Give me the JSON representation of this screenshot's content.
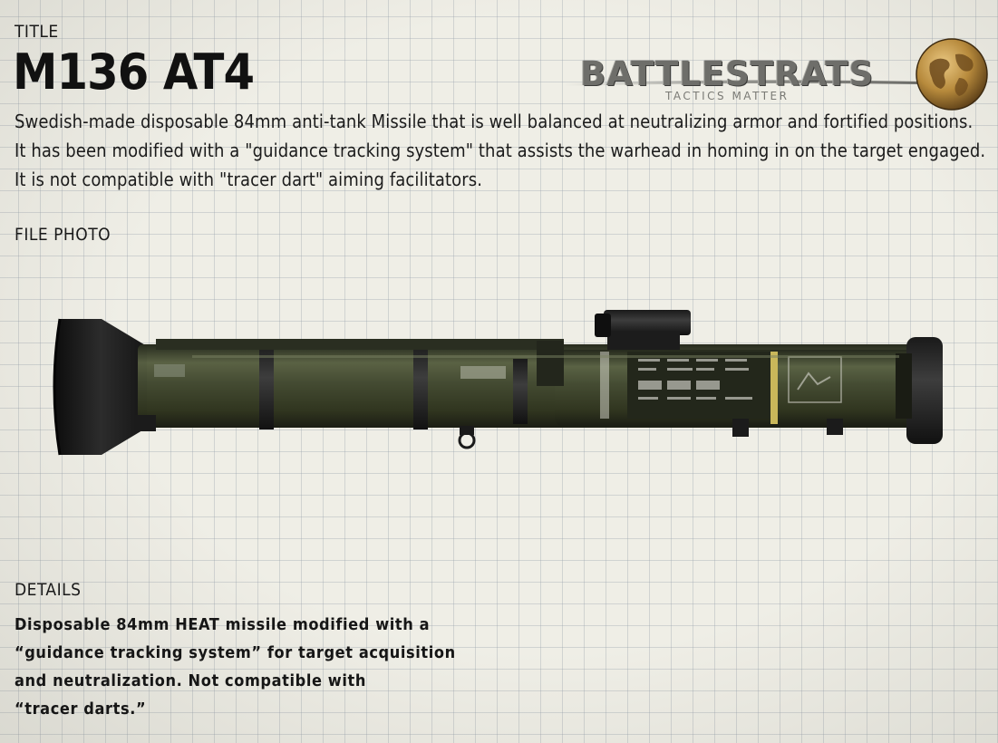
{
  "labels": {
    "title": "TITLE",
    "file_photo": "FILE PHOTO",
    "details": "DETAILS"
  },
  "weapon": {
    "name": "M136 AT4",
    "description": "Swedish-made disposable 84mm anti-tank Missile that is well balanced at neutralizing armor and fortified positions. It has been modified with a \"guidance tracking system\" that assists the warhead in homing in on the target engaged. It is not compatible with \"tracer dart\" aiming facilitators.",
    "details_lines": [
      "Disposable 84mm HEAT missile modified with a",
      "“guidance tracking system” for target acquisition",
      "and neutralization. Not compatible with",
      "“tracer darts.”"
    ]
  },
  "logo": {
    "wordmark": "BATTLESTRATS",
    "tagline": "TACTICS MATTER",
    "icon": "globe-icon"
  },
  "photo": {
    "icon": "rocket-launcher-image"
  },
  "colors": {
    "background": "#efeee6",
    "grid": "#a8b0b8",
    "text": "#141414",
    "tube_olive": "#3f4530",
    "tube_dark": "#222520",
    "stripe_yellow": "#c9b75a",
    "logo_gray": "#6e6e6a",
    "globe_amber": "#b78a3c"
  }
}
